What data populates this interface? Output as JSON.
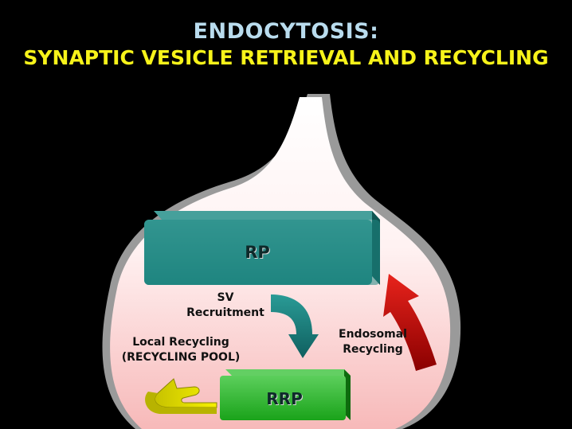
{
  "title": {
    "line1": "ENDOCYTOSIS:",
    "line2": "SYNAPTIC VESICLE RETRIEVAL AND RECYCLING"
  },
  "diagram": {
    "boxes": {
      "rp": "RP",
      "rrp": "RRP"
    },
    "labels": {
      "sv_recruitment": [
        "SV",
        "Recruitment"
      ],
      "local_recycling": [
        "Local Recycling",
        "(RECYCLING POOL)"
      ],
      "endosomal_recycling": [
        "Endosomal",
        "Recycling"
      ]
    }
  },
  "colors": {
    "background": "#000000",
    "title1": "#b9dcee",
    "title2": "#f7f31a",
    "terminal_fill": "#fde0e0",
    "rp_box": "#1f8580",
    "rrp_box": "#1aa31a",
    "recruitment_arrow": "#137a7a",
    "local_arrow": "#e8e000",
    "endosomal_arrow": "#c8140f"
  }
}
